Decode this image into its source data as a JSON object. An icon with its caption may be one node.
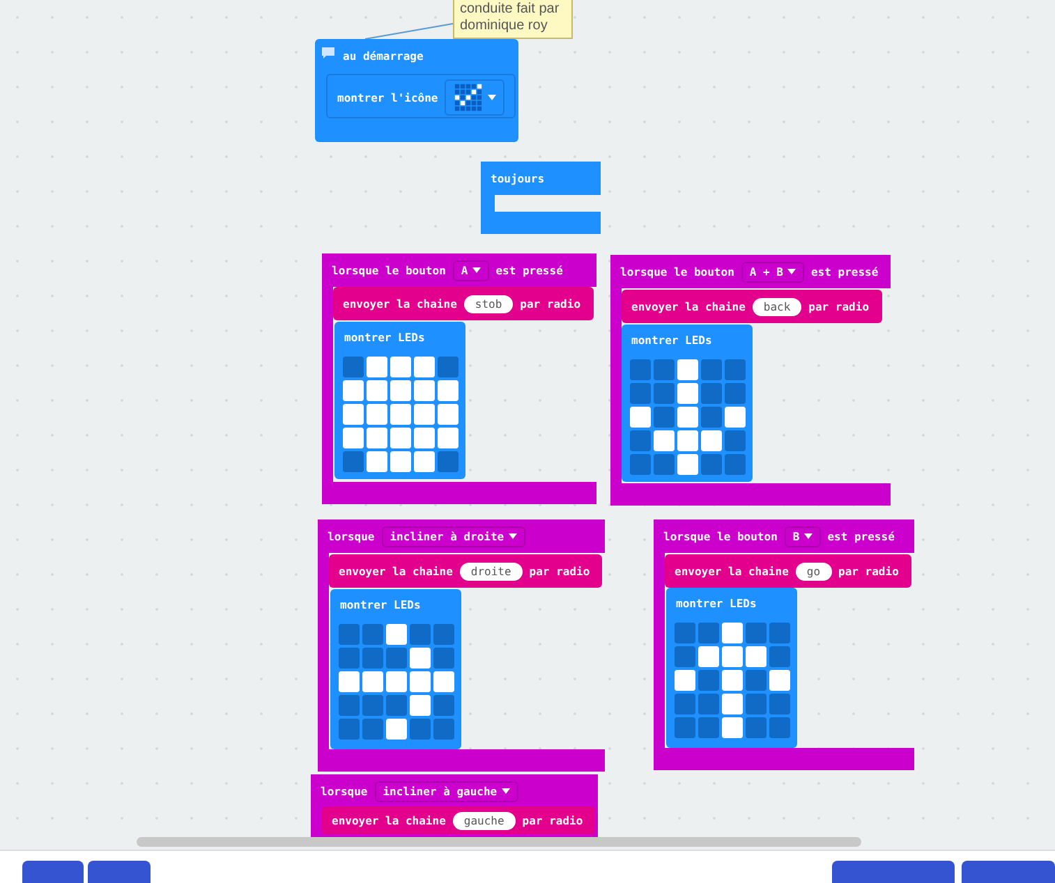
{
  "diagram": {
    "nodes": [
      {
        "text": [
          "conduite fait par dominique roy"
        ]
      },
      {
        "text": [
          "au démarrage"
        ]
      },
      {
        "text": [
          "montrer l'icône"
        ],
        "in": 1
      },
      {
        "text": [
          "toujours"
        ]
      },
      {
        "text": [
          "lorsque le bouton",
          "A",
          "est pressé"
        ]
      },
      {
        "text": [
          "envoyer la chaine",
          "stob",
          "par radio"
        ],
        "in": 4
      },
      {
        "text": [
          "montrer LEDs"
        ],
        "in": 4
      },
      {
        "text": [
          "lorsque le bouton",
          "A + B",
          "est pressé"
        ]
      },
      {
        "text": [
          "envoyer la chaine",
          "back",
          "par radio"
        ],
        "in": 7
      },
      {
        "text": [
          "montrer LEDs"
        ],
        "in": 7
      },
      {
        "text": [
          "lorsque",
          "incliner à droite"
        ]
      },
      {
        "text": [
          "envoyer la chaine",
          "droite",
          "par radio"
        ],
        "in": 10
      },
      {
        "text": [
          "montrer LEDs"
        ],
        "in": 10
      },
      {
        "text": [
          "lorsque le bouton",
          "B",
          "est pressé"
        ]
      },
      {
        "text": [
          "envoyer la chaine",
          "go",
          "par radio"
        ],
        "in": 13
      },
      {
        "text": [
          "montrer LEDs"
        ],
        "in": 13
      },
      {
        "text": [
          "lorsque",
          "incliner à gauche"
        ]
      },
      {
        "text": [
          "envoyer la chaine",
          "gauche",
          "par radio"
        ],
        "in": 16
      }
    ],
    "edges": [
      {
        "from": 0,
        "to": 1,
        "arrow": "none"
      }
    ]
  }
}
